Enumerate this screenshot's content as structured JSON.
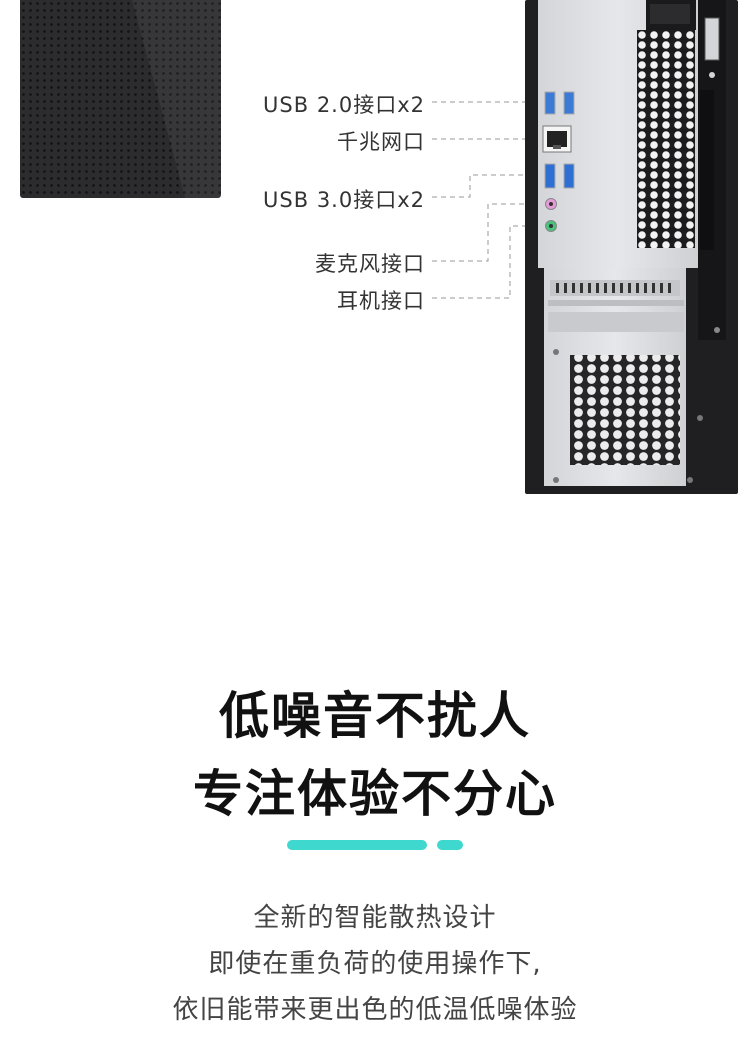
{
  "ports": [
    {
      "label": "USB 2.0接口x2"
    },
    {
      "label": "千兆网口"
    },
    {
      "label": "USB 3.0接口x2"
    },
    {
      "label": "麦克风接口"
    },
    {
      "label": "耳机接口"
    }
  ],
  "headline": {
    "line1": "低噪音不扰人",
    "line2": "专注体验不分心"
  },
  "description": {
    "line1": "全新的智能散热设计",
    "line2": "即使在重负荷的使用操作下,",
    "line3": "依旧能带来更出色的低温低噪体验"
  },
  "colors": {
    "accent": "#3ed8cf",
    "chassis": "#1f1f21",
    "panel": "#d9dadc"
  }
}
